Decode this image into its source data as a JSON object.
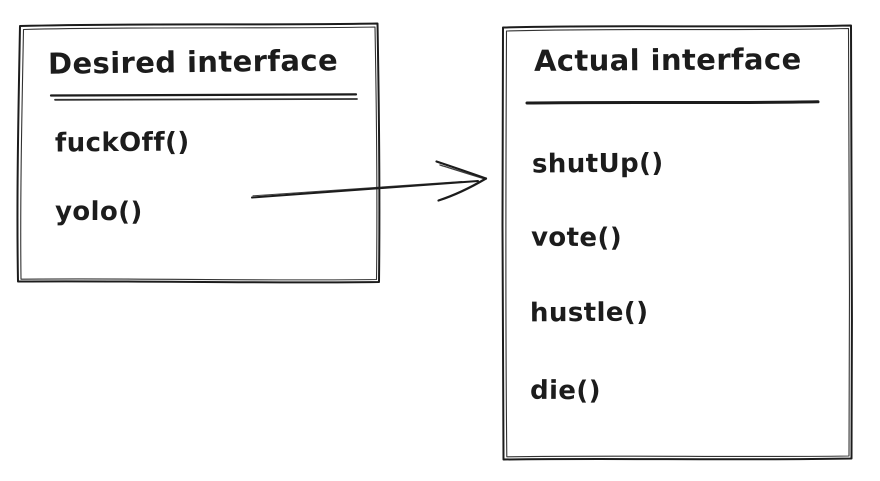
{
  "colors": {
    "background": "#ffffff",
    "ink": "#1c1c1c"
  },
  "left_box": {
    "title": "Desired interface",
    "methods": [
      "fuckOff()",
      "yolo()"
    ]
  },
  "right_box": {
    "title": "Actual interface",
    "methods": [
      "shutUp()",
      "vote()",
      "hustle()",
      "die()"
    ]
  },
  "arrow": {
    "direction": "left-to-right"
  }
}
